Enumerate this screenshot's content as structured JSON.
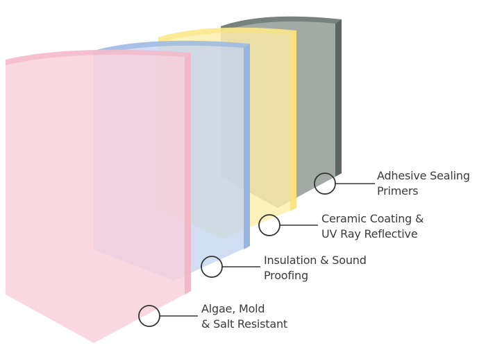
{
  "layers": [
    {
      "id": "adhesive",
      "label_line1": "Adhesive Sealing",
      "label_line2": "Primers",
      "fill": "#a3aaa6",
      "edge": "#5c6561"
    },
    {
      "id": "ceramic",
      "label_line1": "Ceramic Coating &",
      "label_line2": "UV Ray Reflective",
      "fill": "#fdeea8",
      "edge": "#fbe27a"
    },
    {
      "id": "insulation",
      "label_line1": "Insulation & Sound",
      "label_line2": "Proofing",
      "fill": "#c3d4ef",
      "edge": "#8eaede"
    },
    {
      "id": "algae",
      "label_line1": "Algae, Mold",
      "label_line2": "& Salt Resistant",
      "fill": "#f7cdd8",
      "edge": "#f1b3c4"
    }
  ],
  "callout_color": "#333333"
}
